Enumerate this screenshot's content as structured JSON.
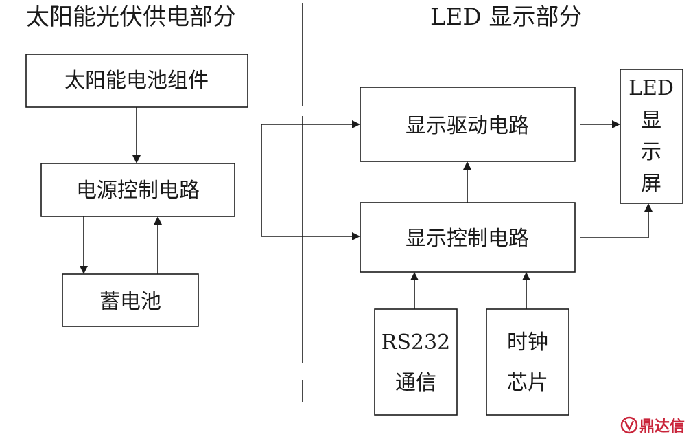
{
  "headers": {
    "left": "太阳能光伏供电部分",
    "right": "LED 显示部分"
  },
  "blocks": {
    "solar_module": "太阳能电池组件",
    "power_control": "电源控制电路",
    "battery": "蓄电池",
    "display_driver": "显示驱动电路",
    "display_control": "显示控制电路",
    "led_screen": [
      "LED",
      "显",
      "示",
      "屏"
    ],
    "rs232": [
      "RS232",
      "通信"
    ],
    "clock_chip": [
      "时钟",
      "芯片"
    ]
  },
  "watermark": {
    "text": "鼎达信",
    "color": "#c9243a"
  }
}
